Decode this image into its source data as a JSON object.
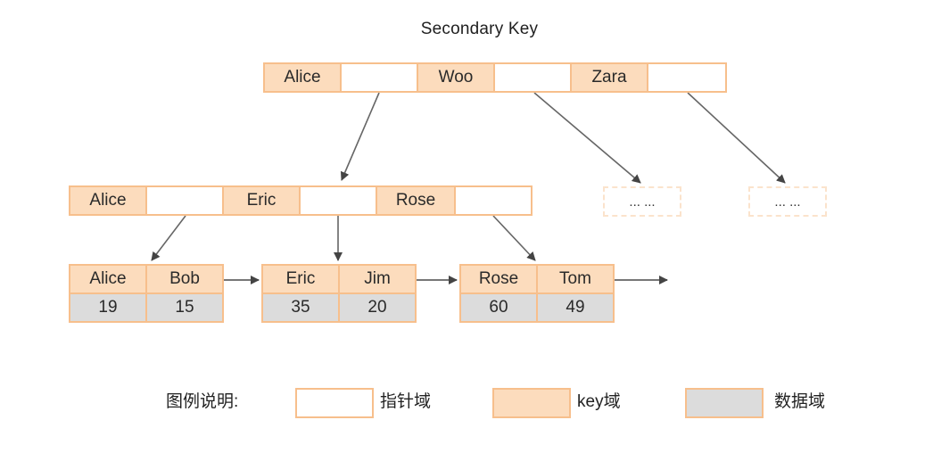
{
  "title": "Secondary Key",
  "root": {
    "keys": [
      "Alice",
      "Woo",
      "Zara"
    ]
  },
  "internal": {
    "keys": [
      "Alice",
      "Eric",
      "Rose"
    ]
  },
  "stubs": [
    "... ...",
    "... ..."
  ],
  "leaves": [
    {
      "keys": [
        "Alice",
        "Bob"
      ],
      "values": [
        "19",
        "15"
      ]
    },
    {
      "keys": [
        "Eric",
        "Jim"
      ],
      "values": [
        "35",
        "20"
      ]
    },
    {
      "keys": [
        "Rose",
        "Tom"
      ],
      "values": [
        "60",
        "49"
      ]
    }
  ],
  "legend": {
    "heading": "图例说明:",
    "pointer": "指针域",
    "key": "key域",
    "data": "数据域"
  },
  "colors": {
    "key_fill": "#fcdcbd",
    "border": "#f7bf8c",
    "data_fill": "#dcdcdc",
    "arrow": "#555555"
  }
}
